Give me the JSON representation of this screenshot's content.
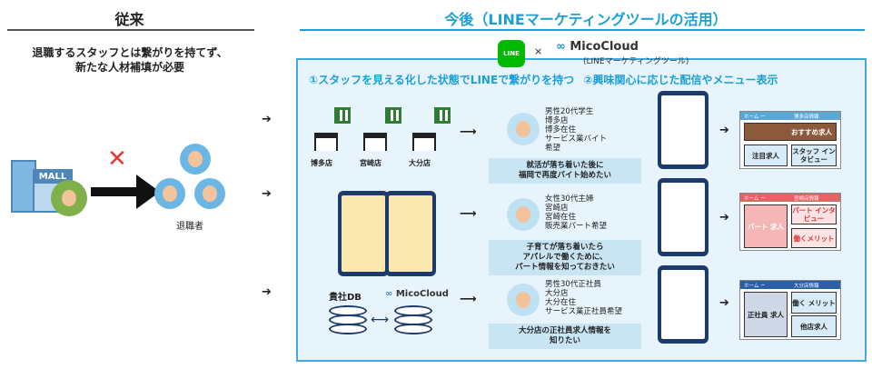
{
  "headers": {
    "left": "従来",
    "right": "今後（LINEマーケティングツールの活用）"
  },
  "left": {
    "description_line1": "退職するスタッフとは繋がりを持てず、",
    "description_line2": "新たな人材補填が必要",
    "mall_label": "MALL",
    "cross": "✕",
    "retiree_label": "退職者"
  },
  "logos": {
    "line": "LINE",
    "times": "×",
    "micocloud": "MicoCloud",
    "micocloud_sub": "(LINEマーケティングツール)"
  },
  "features": {
    "one": "①スタッフを見える化した状態でLINEで繋がりを持つ",
    "two": "②興味関心に応じた配信やメニュー表示"
  },
  "stores": [
    "博多店",
    "宮崎店",
    "大分店"
  ],
  "db": {
    "label": "貴社DB",
    "micocloud": "MicoCloud"
  },
  "persons": [
    {
      "info": [
        "男性20代学生",
        "博多店",
        "博多在住",
        "サービス業バイト",
        "希望"
      ],
      "quote": [
        "就活が落ち着いた後に",
        "福岡で再度バイト始めたい"
      ]
    },
    {
      "info": [
        "女性30代主婦",
        "宮崎店",
        "宮崎在住",
        "販売業パート希望"
      ],
      "quote": [
        "子育てが落ち着いたら",
        "アパレルで働くために、",
        "パート情報を知っておきたい"
      ]
    },
    {
      "info": [
        "男性30代正社員",
        "大分店",
        "大分在住",
        "サービス業正社員希望"
      ],
      "quote": [
        "大分店の正社員求人情報を",
        "知りたい"
      ]
    }
  ],
  "menus": [
    {
      "home": "ホーム ー",
      "store_info": "博多店情報",
      "tiles": [
        "おすすめ求人",
        "注目求人",
        "スタッフ インタビュー"
      ],
      "color": "#5aa8d8"
    },
    {
      "home": "ホーム ー",
      "store_info": "宮崎店情報",
      "tiles": [
        "パート 求人",
        "パート インタビュー",
        "働くメリット"
      ],
      "color": "#e06666"
    },
    {
      "home": "ホーム ー",
      "store_info": "大分店情報",
      "tiles": [
        "正社員 求人",
        "働く メリット",
        "他店求人"
      ],
      "color": "#2d5fa8"
    }
  ],
  "colors": {
    "accent": "#1a9fd6",
    "panel": "#e8f4fb",
    "line_green": "#00b900"
  }
}
